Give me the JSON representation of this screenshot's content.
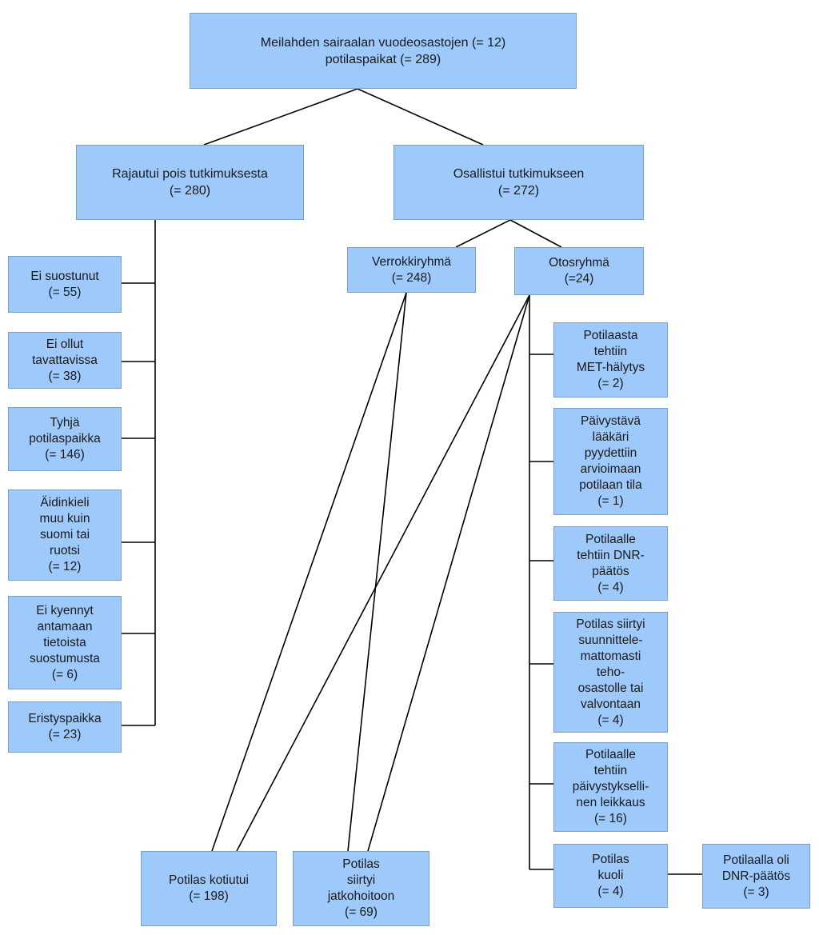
{
  "root": {
    "text": "Meilahden sairaalan vuodeosastojen (= 12)\npotilaspaikat (= 289)"
  },
  "excluded": {
    "text": "Rajautui pois tutkimuksesta\n(= 280)",
    "items": [
      {
        "text": "Ei suostunut\n(= 55)"
      },
      {
        "text": "Ei ollut\ntavattavissa\n(= 38)"
      },
      {
        "text": "Tyhjä\npotilaspaikka\n(= 146)"
      },
      {
        "text": "Äidinkieli\nmuu kuin\nsuomi tai\nruotsi\n(= 12)"
      },
      {
        "text": "Ei kyennyt\nantamaan\ntietoista\nsuostumusta\n(= 6)"
      },
      {
        "text": "Eristyspaikka\n(= 23)"
      }
    ]
  },
  "included": {
    "text": "Osallistui tutkimukseen\n(= 272)"
  },
  "control_group": {
    "text": "Verrokkiryhmä\n(= 248)"
  },
  "sample_group": {
    "text": "Otosryhmä\n(=24)",
    "items": [
      {
        "text": "Potilaasta\ntehtiin\nMET-hälytys\n(= 2)"
      },
      {
        "text": "Päivystävä\nlääkäri\npyydettiin\narvioimaan\npotilaan tila\n(= 1)"
      },
      {
        "text": "Potilaalle\ntehtiin DNR-\npäätös\n(= 4)"
      },
      {
        "text": "Potilas siirtyi\nsuunnittele-\nmattomasti\nteho-\nosastolle tai\nvalvontaan\n(= 4)"
      },
      {
        "text": "Potilaalle\ntehtiin\npäivystykselli-\nnen leikkaus\n(= 16)"
      },
      {
        "text": "Potilas\nkuoli\n(= 4)"
      }
    ]
  },
  "death_dnr": {
    "text": "Potilaalla oli\nDNR-päätös\n(= 3)"
  },
  "outcomes": {
    "discharged": {
      "text": "Potilas kotiutui\n(= 198)"
    },
    "further_care": {
      "text": "Potilas\nsiirtyi\njatkohoitoon\n(= 69)"
    }
  },
  "colors": {
    "box_fill": "#9dc9fb",
    "box_border": "#7d9fc4",
    "line": "#000000"
  }
}
